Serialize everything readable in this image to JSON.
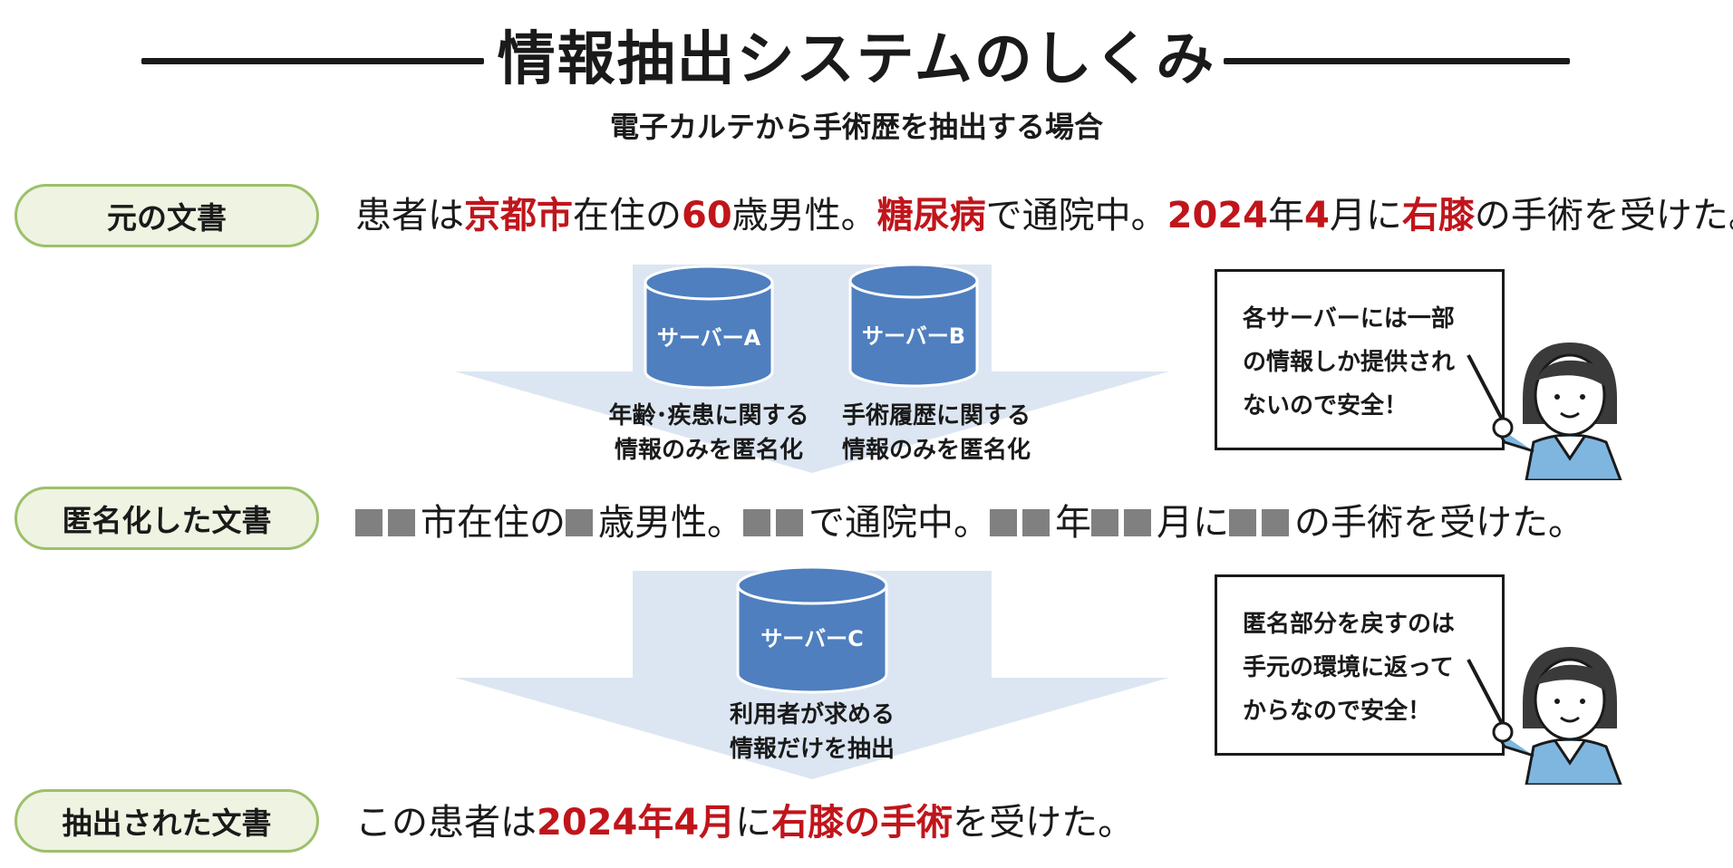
{
  "header": {
    "title": "情報抽出システムのしくみ",
    "subtitle": "電子カルテから手術歴を抽出する場合"
  },
  "rows": {
    "original": {
      "label": "元の文書",
      "segments": [
        {
          "text": "患者は",
          "highlight": false
        },
        {
          "text": "京都市",
          "highlight": true
        },
        {
          "text": "在住の",
          "highlight": false
        },
        {
          "text": "60",
          "highlight": true
        },
        {
          "text": "歳男性。",
          "highlight": false
        },
        {
          "text": "糖尿病",
          "highlight": true
        },
        {
          "text": "で通院中。",
          "highlight": false
        },
        {
          "text": "2024",
          "highlight": true
        },
        {
          "text": "年",
          "highlight": false
        },
        {
          "text": "4",
          "highlight": true
        },
        {
          "text": "月に",
          "highlight": false
        },
        {
          "text": "右膝",
          "highlight": true
        },
        {
          "text": "の手術を受けた。",
          "highlight": false
        }
      ]
    },
    "anonymized": {
      "label": "匿名化した文書",
      "segments": [
        {
          "masks": 2
        },
        {
          "text": "市在住の"
        },
        {
          "masks": 1
        },
        {
          "text": "歳男性。"
        },
        {
          "masks": 2
        },
        {
          "text": "で通院中。"
        },
        {
          "masks": 2
        },
        {
          "text": "年"
        },
        {
          "masks": 2
        },
        {
          "text": "月に"
        },
        {
          "masks": 2
        },
        {
          "text": "の手術を受けた。"
        }
      ]
    },
    "extracted": {
      "label": "抽出された文書",
      "segments": [
        {
          "text": "この患者は",
          "highlight": false
        },
        {
          "text": "2024年4月",
          "highlight": true
        },
        {
          "text": "に",
          "highlight": false
        },
        {
          "text": "右膝の手術",
          "highlight": true
        },
        {
          "text": "を受けた。",
          "highlight": false
        }
      ]
    }
  },
  "servers": {
    "a": {
      "label": "サーバーA",
      "caption_line1": "年齢･疾患に関する",
      "caption_line2": "情報のみを匿名化"
    },
    "b": {
      "label": "サーバーB",
      "caption_line1": "手術履歴に関する",
      "caption_line2": "情報のみを匿名化"
    },
    "c": {
      "label": "サーバーC",
      "caption_line1": "利用者が求める",
      "caption_line2": "情報だけを抽出"
    }
  },
  "bubbles": {
    "top": [
      "各サーバーには一部",
      "の情報しか提供され",
      "ないので安全！"
    ],
    "bottom": [
      "匿名部分を戻すのは",
      "手元の環境に返って",
      "からなので安全！"
    ]
  },
  "colors": {
    "highlight": "#c0151b",
    "pill_border": "#9dc06a",
    "pill_fill": "#eef3e2",
    "server": "#4f7fbf",
    "arrow": "#dce6f2",
    "mask": "#808080",
    "jacket": "#7fb6df"
  }
}
